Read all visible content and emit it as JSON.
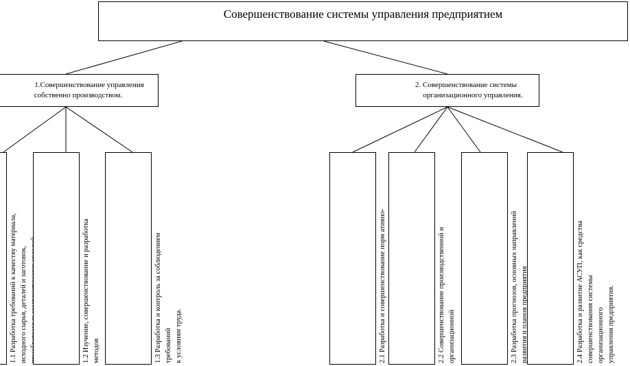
{
  "root": {
    "title": "Совершенствование системы управления предприятием"
  },
  "branch1": {
    "title_line1": "1.Совершенствование управления",
    "title_line2": "собственно производством.",
    "leaves": [
      {
        "text": "1.1 Разработка требований к качеству материала,\nисходного сырья, деталей и заготовок,\nприобретаемых комплектующих изделий"
      },
      {
        "text": "1.2  Изучение, совершенствование и разработка\nметодов"
      },
      {
        "text": "1.3  Разработка и контроль за соблюдением\nтребований\nк условиям труда."
      }
    ]
  },
  "branch2": {
    "title_line1": "2. Совершенствование системы",
    "title_line2": "организационного управления.",
    "leaves": [
      {
        "text": "2.1  Разработка и совершенствование норм ативно-"
      },
      {
        "text": "2.2  Совершенствование производственной и\nорганизационной"
      },
      {
        "text": "2.3  Разработка прогнозов, основных  направлений\nразвития и планов предприятия"
      },
      {
        "text": "2.4  Разработка и развитие АСУП, как средства\nсовершенствования    системы\nорганизационного\nуправления предприятия."
      }
    ]
  }
}
